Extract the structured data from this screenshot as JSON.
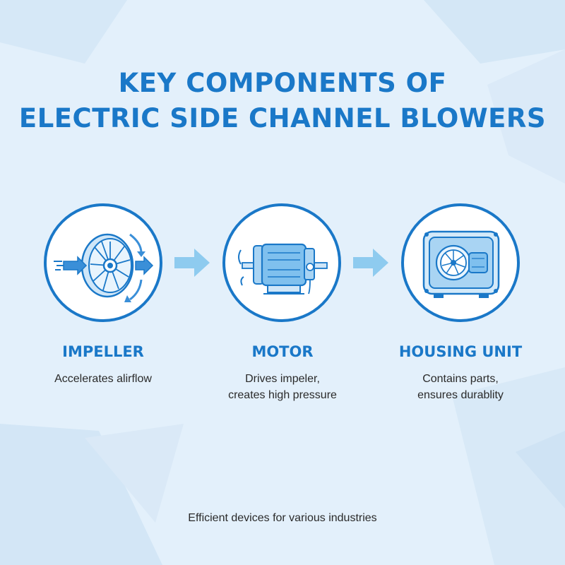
{
  "title_line1": "KEY COMPONENTS OF",
  "title_line2": "ELECTRIC SIDE CHANNEL BLOWERS",
  "components": [
    {
      "name": "IMPELLER",
      "description_line1": "Accelerates alirflow",
      "description_line2": "",
      "icon": "impeller-icon"
    },
    {
      "name": "MOTOR",
      "description_line1": "Drives impeler,",
      "description_line2": "creates high pressure",
      "icon": "motor-icon"
    },
    {
      "name": "HOUSING UNIT",
      "description_line1": "Contains parts,",
      "description_line2": "ensures durablity",
      "icon": "housing-icon"
    }
  ],
  "footer": "Efficient devices for various industries",
  "colors": {
    "accent": "#1a78c8",
    "light_blue": "#8ecbef",
    "background": "#e3f0fb",
    "text": "#2a2a2a"
  }
}
